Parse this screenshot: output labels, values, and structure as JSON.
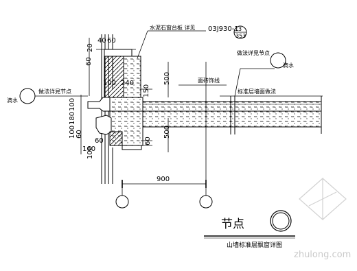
{
  "labels": {
    "top_note": "水泥石窗台板 详见",
    "ref_code": "03J930-1",
    "ref_circle_top": "3",
    "ref_circle_bottom": "353",
    "left_note": "做法详見节点",
    "left_tag": "滴水",
    "right_note": "做法详見节点",
    "right_tag": "滴水",
    "beam_note": "面砖饰线",
    "std_layer_note": "标准层墙面做法",
    "title": "节点",
    "subtitle": "山墙标准层飘窗详图"
  },
  "dimensions": {
    "d_40": "40",
    "d_60a": "60",
    "d_20": "20",
    "d_60b": "60",
    "d_100a": "100",
    "d_240": "240",
    "d_500a": "500",
    "d_150": "150",
    "d_100b": "100",
    "d_180": "180",
    "d_100c": "100",
    "d_60c": "60",
    "d_60d": "60",
    "d_160": "160",
    "d_60e": "60",
    "d_100d": "100",
    "d_500b": "500",
    "d_900": "900"
  },
  "watermark": "zhulong.com"
}
